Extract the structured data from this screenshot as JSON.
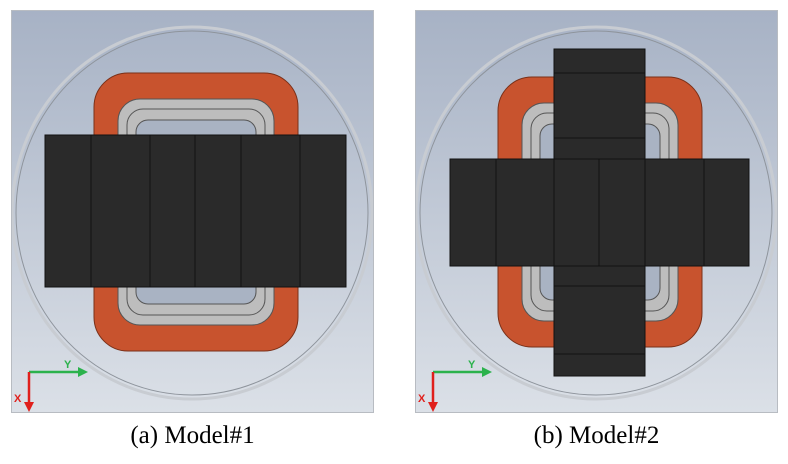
{
  "figure": {
    "panels": [
      {
        "id": "a",
        "caption": "(a)  Model#1"
      },
      {
        "id": "b",
        "caption": "(b)  Model#2"
      }
    ],
    "axes": {
      "y_label": "Y",
      "x_label": "X"
    },
    "colors": {
      "background_top": "#a8b3c6",
      "background_bottom": "#d9dfe7",
      "coil": "#c8532e",
      "core_gray": "#bebebe",
      "magnet": "#2b2b2b",
      "y_axis": "#2bb24c",
      "x_axis": "#e0201c"
    }
  }
}
